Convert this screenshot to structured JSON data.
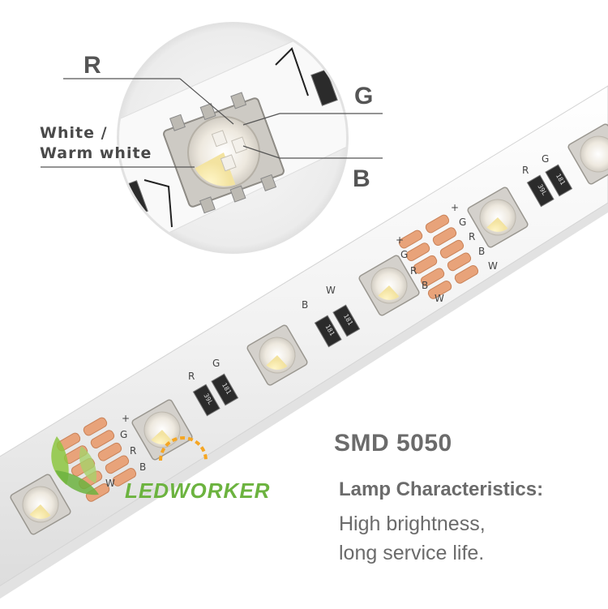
{
  "callouts": {
    "r": "R",
    "g": "G",
    "b": "B",
    "white_line1": "White /",
    "white_line2": "Warm white"
  },
  "pad_labels": {
    "plus": "+",
    "g": "G",
    "r": "R",
    "b": "B",
    "w": "W"
  },
  "resistor_codes": [
    "181",
    "181",
    "181",
    "39L",
    "181",
    "39L"
  ],
  "product": {
    "title": "SMD 5050",
    "heading": "Lamp Characteristics:",
    "line1": "High brightness,",
    "line2": "long service life."
  },
  "brand": {
    "part1": "LED",
    "part2": "WORKER",
    "color_green": "#6cb33f",
    "color_orange": "#f5a623"
  },
  "colors": {
    "strip": "#f3f3f3",
    "copper": "#e8a37a",
    "led_body": "#d9d6d2",
    "text_gray": "#6b6b6b"
  }
}
